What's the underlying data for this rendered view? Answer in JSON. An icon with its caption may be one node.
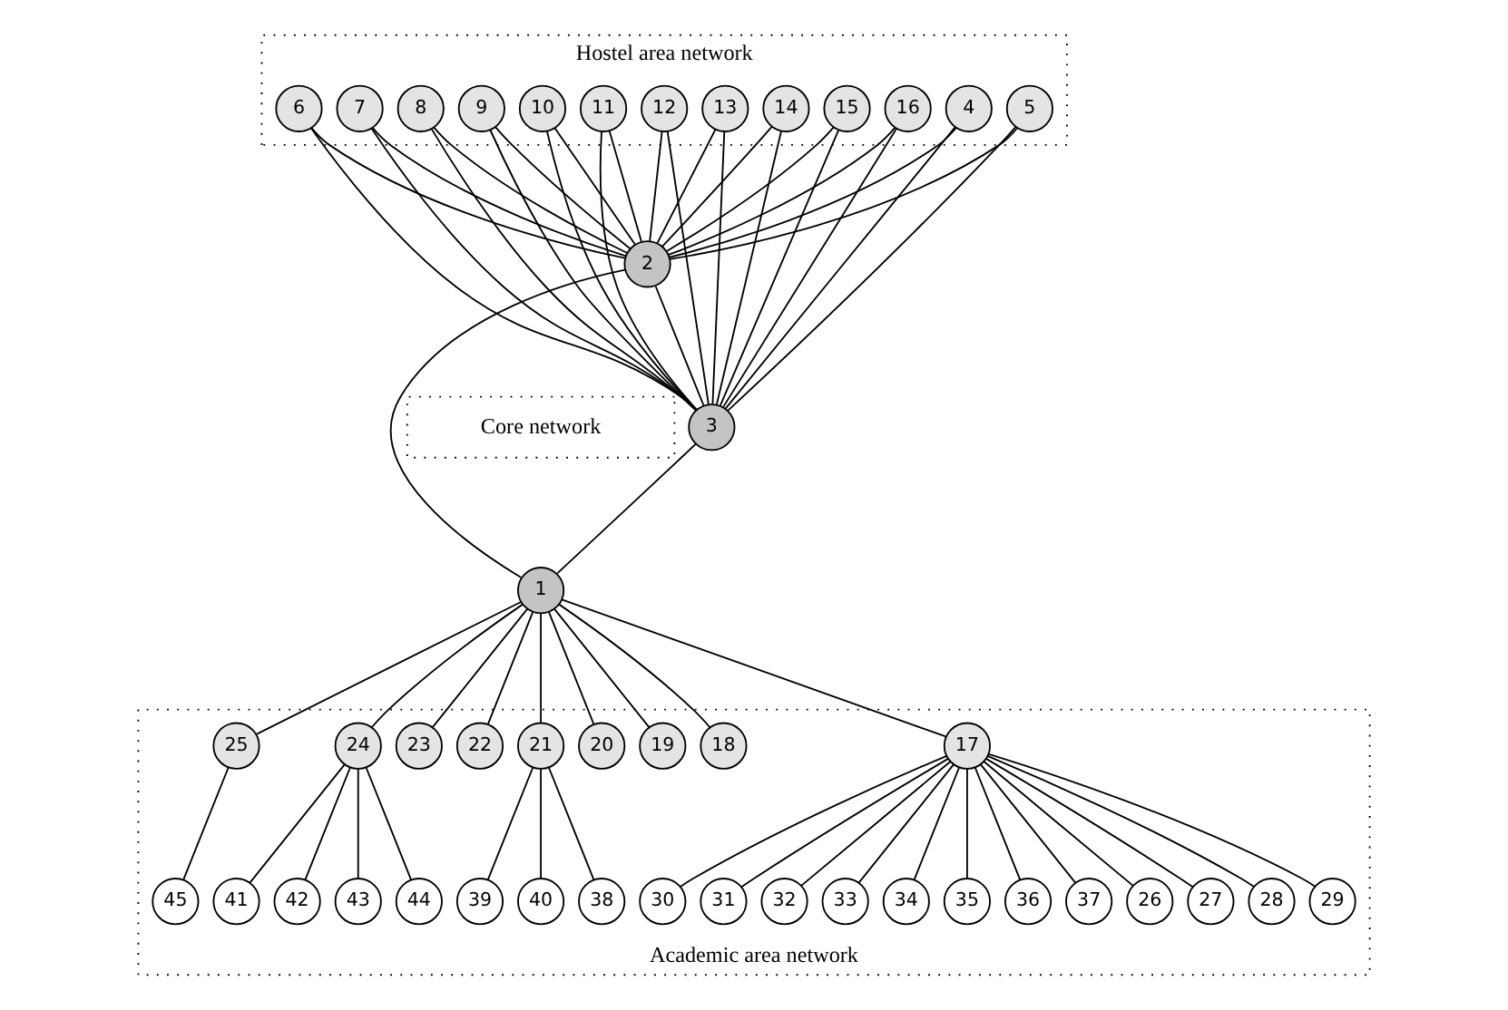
{
  "diagram": {
    "nodes": [
      {
        "text": [
          "Hostel area network"
        ]
      },
      {
        "text": [
          "Core network"
        ]
      },
      {
        "text": [
          "Academic area network"
        ]
      },
      {
        "text": [
          "1"
        ]
      },
      {
        "text": [
          "2"
        ]
      },
      {
        "text": [
          "3"
        ]
      },
      {
        "text": [
          "4"
        ],
        "in": 0
      },
      {
        "text": [
          "5"
        ],
        "in": 0
      },
      {
        "text": [
          "6"
        ],
        "in": 0
      },
      {
        "text": [
          "7"
        ],
        "in": 0
      },
      {
        "text": [
          "8"
        ],
        "in": 0
      },
      {
        "text": [
          "9"
        ],
        "in": 0
      },
      {
        "text": [
          "10"
        ],
        "in": 0
      },
      {
        "text": [
          "11"
        ],
        "in": 0
      },
      {
        "text": [
          "12"
        ],
        "in": 0
      },
      {
        "text": [
          "13"
        ],
        "in": 0
      },
      {
        "text": [
          "14"
        ],
        "in": 0
      },
      {
        "text": [
          "15"
        ],
        "in": 0
      },
      {
        "text": [
          "16"
        ],
        "in": 0
      },
      {
        "text": [
          "17"
        ],
        "in": 2
      },
      {
        "text": [
          "18"
        ],
        "in": 2
      },
      {
        "text": [
          "19"
        ],
        "in": 2
      },
      {
        "text": [
          "20"
        ],
        "in": 2
      },
      {
        "text": [
          "21"
        ],
        "in": 2
      },
      {
        "text": [
          "22"
        ],
        "in": 2
      },
      {
        "text": [
          "23"
        ],
        "in": 2
      },
      {
        "text": [
          "24"
        ],
        "in": 2
      },
      {
        "text": [
          "25"
        ],
        "in": 2
      },
      {
        "text": [
          "26"
        ],
        "in": 2
      },
      {
        "text": [
          "27"
        ],
        "in": 2
      },
      {
        "text": [
          "28"
        ],
        "in": 2
      },
      {
        "text": [
          "29"
        ],
        "in": 2
      },
      {
        "text": [
          "30"
        ],
        "in": 2
      },
      {
        "text": [
          "31"
        ],
        "in": 2
      },
      {
        "text": [
          "32"
        ],
        "in": 2
      },
      {
        "text": [
          "33"
        ],
        "in": 2
      },
      {
        "text": [
          "34"
        ],
        "in": 2
      },
      {
        "text": [
          "35"
        ],
        "in": 2
      },
      {
        "text": [
          "36"
        ],
        "in": 2
      },
      {
        "text": [
          "37"
        ],
        "in": 2
      },
      {
        "text": [
          "38"
        ],
        "in": 2
      },
      {
        "text": [
          "39"
        ],
        "in": 2
      },
      {
        "text": [
          "40"
        ],
        "in": 2
      },
      {
        "text": [
          "41"
        ],
        "in": 2
      },
      {
        "text": [
          "42"
        ],
        "in": 2
      },
      {
        "text": [
          "43"
        ],
        "in": 2
      },
      {
        "text": [
          "44"
        ],
        "in": 2
      },
      {
        "text": [
          "45"
        ],
        "in": 2
      }
    ],
    "edges": [
      {
        "from": 6,
        "to": 4,
        "arrow": "none"
      },
      {
        "from": 6,
        "to": 5,
        "arrow": "none"
      },
      {
        "from": 7,
        "to": 4,
        "arrow": "none"
      },
      {
        "from": 7,
        "to": 5,
        "arrow": "none"
      },
      {
        "from": 8,
        "to": 4,
        "arrow": "none"
      },
      {
        "from": 8,
        "to": 5,
        "arrow": "none"
      },
      {
        "from": 9,
        "to": 4,
        "arrow": "none"
      },
      {
        "from": 9,
        "to": 5,
        "arrow": "none"
      },
      {
        "from": 10,
        "to": 4,
        "arrow": "none"
      },
      {
        "from": 10,
        "to": 5,
        "arrow": "none"
      },
      {
        "from": 11,
        "to": 4,
        "arrow": "none"
      },
      {
        "from": 11,
        "to": 5,
        "arrow": "none"
      },
      {
        "from": 12,
        "to": 4,
        "arrow": "none"
      },
      {
        "from": 12,
        "to": 5,
        "arrow": "none"
      },
      {
        "from": 13,
        "to": 4,
        "arrow": "none"
      },
      {
        "from": 13,
        "to": 5,
        "arrow": "none"
      },
      {
        "from": 14,
        "to": 4,
        "arrow": "none"
      },
      {
        "from": 14,
        "to": 5,
        "arrow": "none"
      },
      {
        "from": 15,
        "to": 4,
        "arrow": "none"
      },
      {
        "from": 15,
        "to": 5,
        "arrow": "none"
      },
      {
        "from": 16,
        "to": 4,
        "arrow": "none"
      },
      {
        "from": 16,
        "to": 5,
        "arrow": "none"
      },
      {
        "from": 17,
        "to": 4,
        "arrow": "none"
      },
      {
        "from": 17,
        "to": 5,
        "arrow": "none"
      },
      {
        "from": 18,
        "to": 4,
        "arrow": "none"
      },
      {
        "from": 18,
        "to": 5,
        "arrow": "none"
      },
      {
        "from": 4,
        "to": 5,
        "arrow": "none"
      },
      {
        "from": 4,
        "to": 3,
        "arrow": "none"
      },
      {
        "from": 5,
        "to": 3,
        "arrow": "none"
      },
      {
        "from": 3,
        "to": 19,
        "arrow": "none"
      },
      {
        "from": 3,
        "to": 20,
        "arrow": "none"
      },
      {
        "from": 3,
        "to": 21,
        "arrow": "none"
      },
      {
        "from": 3,
        "to": 22,
        "arrow": "none"
      },
      {
        "from": 3,
        "to": 23,
        "arrow": "none"
      },
      {
        "from": 3,
        "to": 24,
        "arrow": "none"
      },
      {
        "from": 3,
        "to": 25,
        "arrow": "none"
      },
      {
        "from": 3,
        "to": 26,
        "arrow": "none"
      },
      {
        "from": 3,
        "to": 27,
        "arrow": "none"
      },
      {
        "from": 19,
        "to": 28,
        "arrow": "none"
      },
      {
        "from": 19,
        "to": 29,
        "arrow": "none"
      },
      {
        "from": 19,
        "to": 30,
        "arrow": "none"
      },
      {
        "from": 19,
        "to": 31,
        "arrow": "none"
      },
      {
        "from": 19,
        "to": 32,
        "arrow": "none"
      },
      {
        "from": 19,
        "to": 33,
        "arrow": "none"
      },
      {
        "from": 19,
        "to": 34,
        "arrow": "none"
      },
      {
        "from": 19,
        "to": 35,
        "arrow": "none"
      },
      {
        "from": 19,
        "to": 36,
        "arrow": "none"
      },
      {
        "from": 19,
        "to": 37,
        "arrow": "none"
      },
      {
        "from": 19,
        "to": 38,
        "arrow": "none"
      },
      {
        "from": 19,
        "to": 39,
        "arrow": "none"
      },
      {
        "from": 23,
        "to": 40,
        "arrow": "none"
      },
      {
        "from": 23,
        "to": 41,
        "arrow": "none"
      },
      {
        "from": 23,
        "to": 42,
        "arrow": "none"
      },
      {
        "from": 26,
        "to": 43,
        "arrow": "none"
      },
      {
        "from": 26,
        "to": 44,
        "arrow": "none"
      },
      {
        "from": 26,
        "to": 45,
        "arrow": "none"
      },
      {
        "from": 26,
        "to": 46,
        "arrow": "none"
      },
      {
        "from": 27,
        "to": 47,
        "arrow": "none"
      }
    ]
  }
}
